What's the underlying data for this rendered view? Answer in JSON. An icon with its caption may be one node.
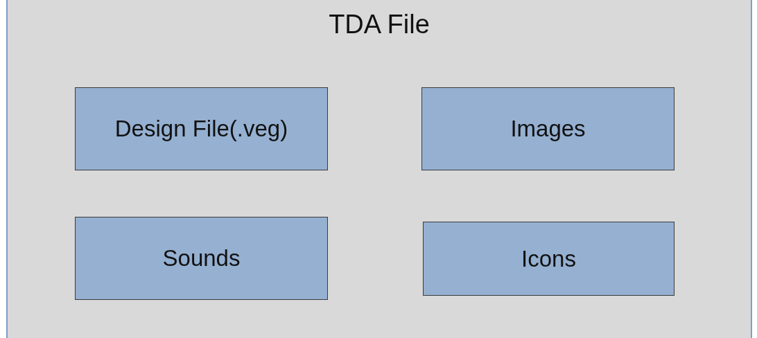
{
  "diagram": {
    "nodes": [
      {
        "text": [
          "TDA File"
        ]
      },
      {
        "text": [
          "Design File(.veg)"
        ],
        "in": 0
      },
      {
        "text": [
          "Images"
        ],
        "in": 0
      },
      {
        "text": [
          "Sounds"
        ],
        "in": 0
      },
      {
        "text": [
          "Icons"
        ],
        "in": 0
      }
    ]
  }
}
